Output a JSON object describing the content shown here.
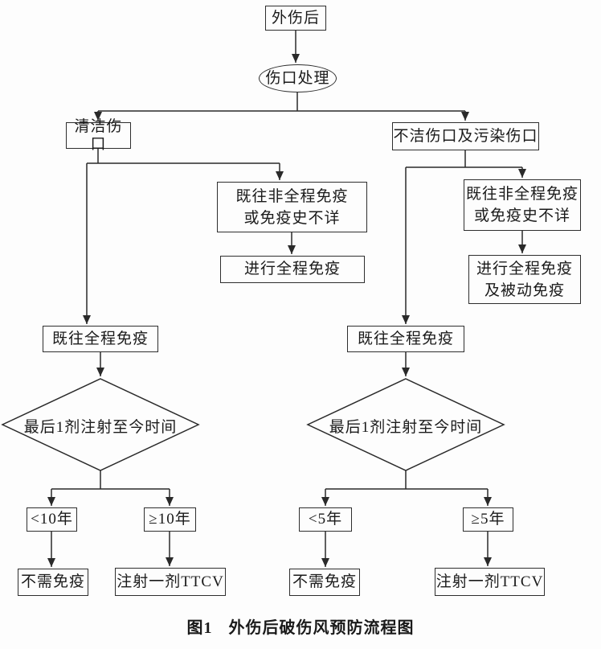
{
  "figure": {
    "background": "#fdfdfd",
    "line_color": "#2a2a2a",
    "caption": {
      "figure_no": "图1",
      "title": "外伤后破伤风预防流程图"
    }
  },
  "flowchart": {
    "nodes": {
      "trauma": {
        "label": "外伤后",
        "shape": "rect"
      },
      "wound_treatment": {
        "label": "伤口处理",
        "shape": "ellipse"
      },
      "clean_wound": {
        "label": "清洁伤口",
        "shape": "rect"
      },
      "dirty_wound": {
        "label": "不洁伤口及污染伤口",
        "shape": "rect"
      },
      "left_non_full": {
        "line1": "既往非全程免疫",
        "line2": "或免疫史不详",
        "shape": "rect"
      },
      "left_action": {
        "label": "进行全程免疫",
        "shape": "rect"
      },
      "right_non_full": {
        "line1": "既往非全程免疫",
        "line2": "或免疫史不详",
        "shape": "rect"
      },
      "right_action": {
        "line1": "进行全程免疫",
        "line2": "及被动免疫",
        "shape": "rect"
      },
      "left_full": {
        "label": "既往全程免疫",
        "shape": "rect"
      },
      "right_full": {
        "label": "既往全程免疫",
        "shape": "rect"
      },
      "left_decision": {
        "label": "最后1剂注射至今时间",
        "shape": "diamond"
      },
      "right_decision": {
        "label": "最后1剂注射至今时间",
        "shape": "diamond"
      },
      "lt10": {
        "label": "<10年",
        "shape": "rect"
      },
      "ge10": {
        "label": "≥10年",
        "shape": "rect"
      },
      "lt5": {
        "label": "<5年",
        "shape": "rect"
      },
      "ge5": {
        "label": "≥5年",
        "shape": "rect"
      },
      "left_no_immunization": {
        "label": "不需免疫",
        "shape": "rect"
      },
      "left_ttcv": {
        "label": "注射一剂TTCV",
        "shape": "rect"
      },
      "right_no_immunization": {
        "label": "不需免疫",
        "shape": "rect"
      },
      "right_ttcv": {
        "label": "注射一剂TTCV",
        "shape": "rect"
      }
    }
  }
}
